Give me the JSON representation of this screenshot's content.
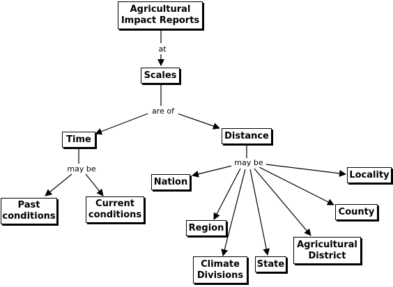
{
  "concepts": {
    "reports": "Agricultural\nImpact Reports",
    "scales": "Scales",
    "time": "Time",
    "distance": "Distance",
    "past": "Past\nconditions",
    "current": "Current\nconditions",
    "nation": "Nation",
    "region": "Region",
    "climate_divisions": "Climate\nDivisions",
    "state": "State",
    "agricultural_district": "Agricultural\nDistrict",
    "county": "County",
    "locality": "Locality"
  },
  "linking_phrases": {
    "at": "at",
    "are_of": "are of",
    "time_may_be": "may be",
    "distance_may_be": "may be"
  }
}
